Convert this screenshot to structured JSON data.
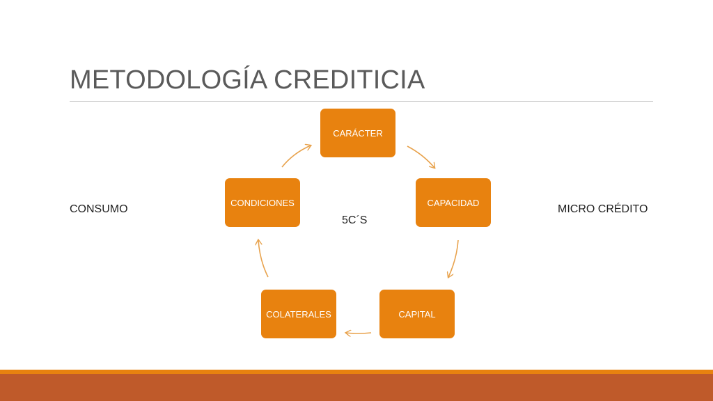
{
  "slide": {
    "title": "METODOLOGÍA CREDITICIA",
    "center_label": "5C´S",
    "left_label": "CONSUMO",
    "right_label": "MICRO CRÉDITO"
  },
  "cycle": {
    "nodes": [
      {
        "id": "caracter",
        "label": "CARÁCTER"
      },
      {
        "id": "capacidad",
        "label": "CAPACIDAD"
      },
      {
        "id": "capital",
        "label": "CAPITAL"
      },
      {
        "id": "colaterales",
        "label": "COLATERALES"
      },
      {
        "id": "condiciones",
        "label": "CONDICIONES"
      }
    ],
    "direction": "clockwise"
  },
  "colors": {
    "node_fill": "#e8820f",
    "arrow": "#e8a24c",
    "band_light": "#e8820f",
    "band_dark": "#bf5a2a",
    "title_text": "#5a5a5a",
    "rule": "#c8c8c8"
  }
}
